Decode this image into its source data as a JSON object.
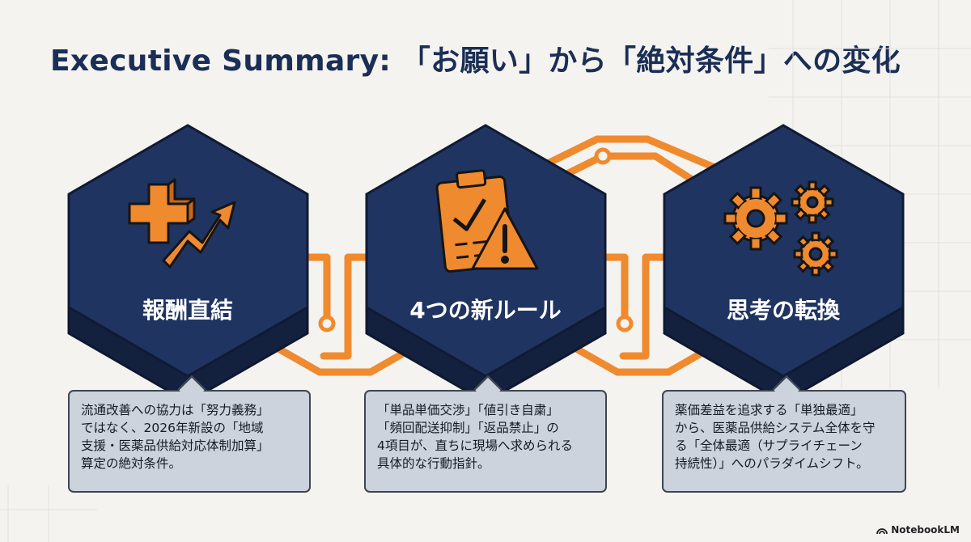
{
  "title": "Executive Summary: 「お願い」から「絶対条件」への変化",
  "items": [
    {
      "label": "報酬直結",
      "icon": "cross-with-rising-arrow-icon",
      "description": [
        "流通改善への協力は「努力義務」",
        "ではなく、2026年新設の「地域",
        "支援・医薬品供給対応体制加算」",
        "算定の絶対条件。"
      ]
    },
    {
      "label": "4つの新ルール",
      "icon": "clipboard-checklist-warning-icon",
      "description": [
        "「単品単価交渉」「値引き自粛」",
        "「頻回配送抑制」「返品禁止」の",
        "4項目が、直ちに現場へ求められる",
        "具体的な行動指針。"
      ]
    },
    {
      "label": "思考の転換",
      "icon": "gears-icon",
      "description": [
        "薬価差益を追求する「単独最適」",
        "から、医薬品供給システム全体を守",
        "る「全体最適（サプライチェーン",
        "持続性）」へのパラダイムシフト。"
      ]
    }
  ],
  "branding": {
    "logo_text": "NotebookLM"
  },
  "colors": {
    "background": "#f4f3ef",
    "hex_face": "#1f3461",
    "hex_side": "#13213f",
    "accent_orange": "#f08a2e",
    "title_navy": "#1b2e55",
    "callout_fill": "#cdd3dc"
  }
}
